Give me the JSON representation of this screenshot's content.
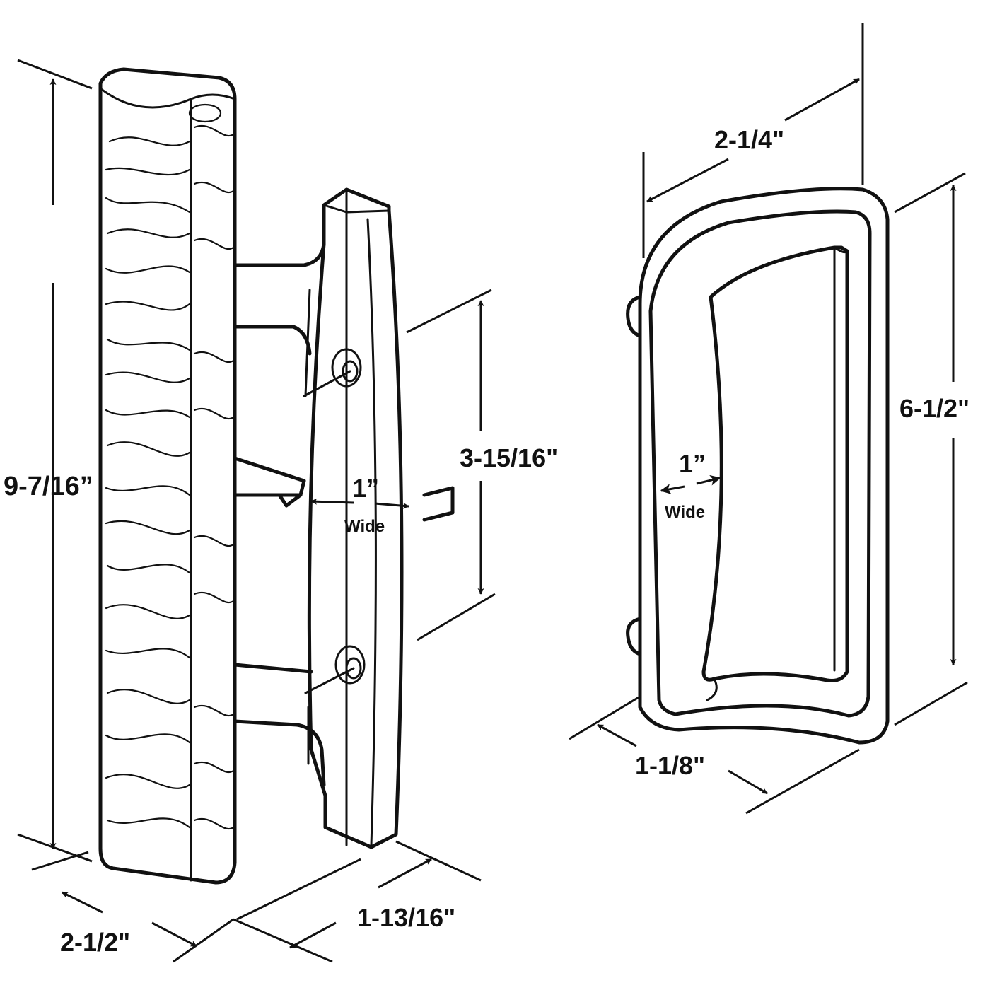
{
  "diagram": {
    "left_part": {
      "height_label": "9-7/16”",
      "base_width_label": "2-1/2\"",
      "depth_label": "1-13/16\"",
      "hole_spacing_label": "3-15/16\"",
      "grip_width_value": "1”",
      "grip_width_word": "Wide"
    },
    "right_part": {
      "width_label": "2-1/4\"",
      "height_label": "6-1/2\"",
      "depth_label": "1-1/8\"",
      "grip_width_value": "1”",
      "grip_width_word": "Wide"
    }
  }
}
